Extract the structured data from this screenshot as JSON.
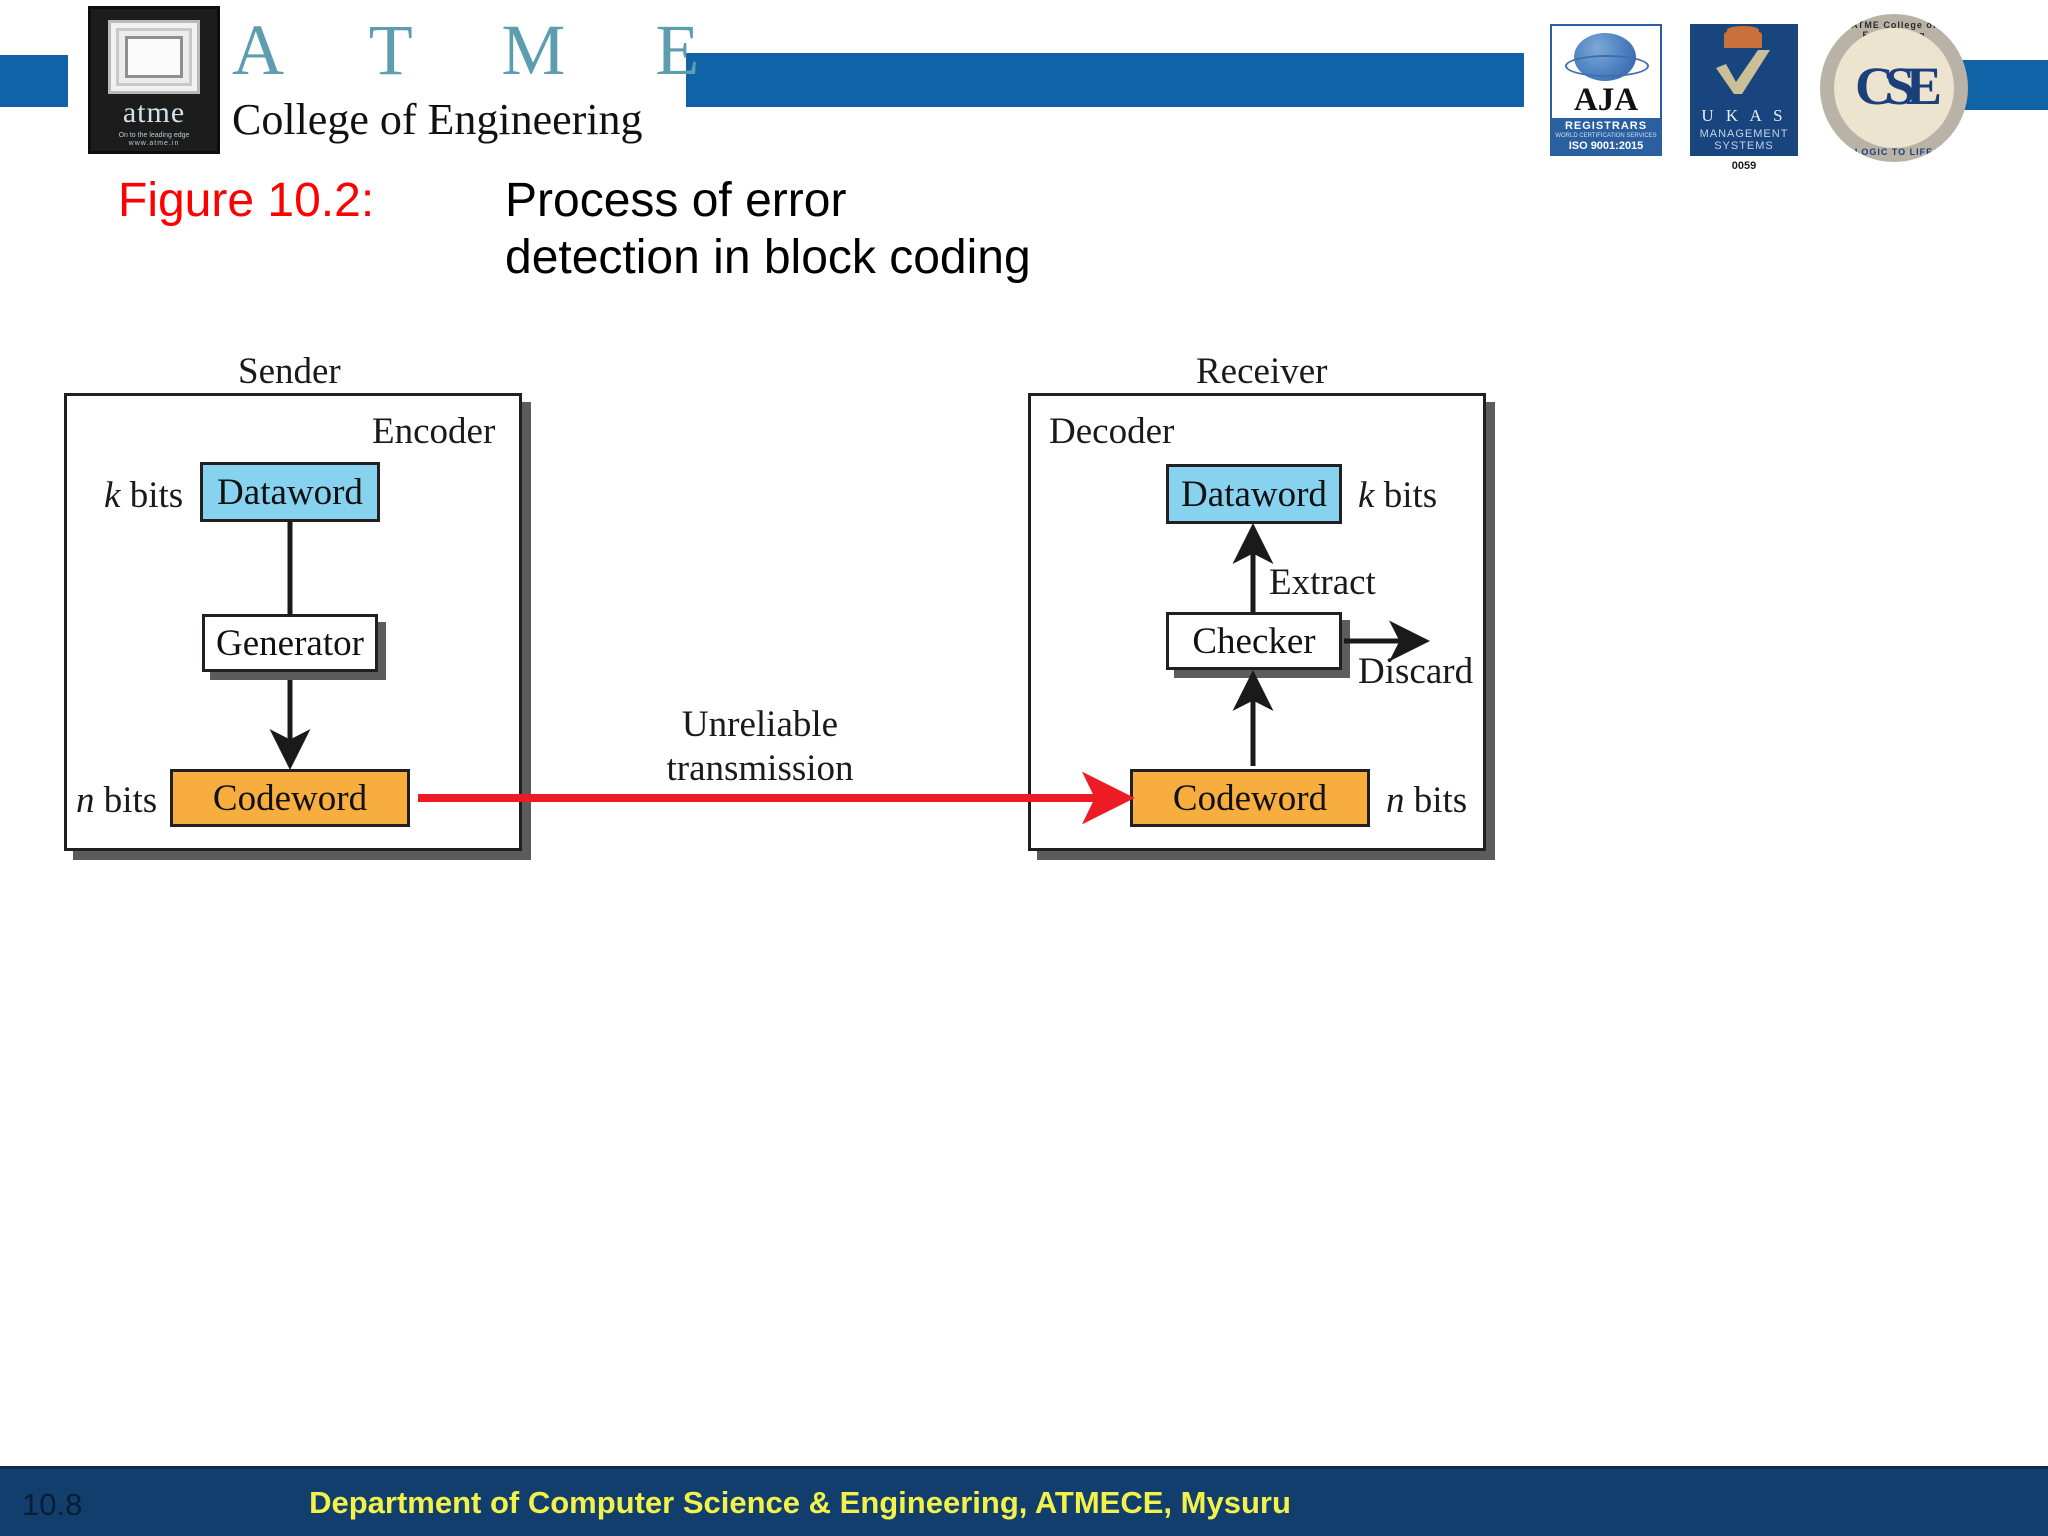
{
  "header": {
    "institution_name": "A T M E",
    "institution_sub": "College of Engineering",
    "logo_word": "atme",
    "logo_tagline": "On to the leading edge",
    "logo_url": "www.atme.in",
    "accent_color": "#1063A6",
    "badges": {
      "aja": {
        "name": "AJA",
        "line1": "REGISTRARS",
        "line2": "WORLD CERTIFICATION SERVICES",
        "iso": "ISO 9001:2015"
      },
      "ukas": {
        "name": "U K A S",
        "line1": "MANAGEMENT",
        "line2": "SYSTEMS",
        "number": "0059"
      },
      "cse": {
        "arc_top": "ATME College of Engineering",
        "letters": "CSE",
        "arc_bottom": "LOGIC TO LIFE"
      }
    }
  },
  "title": {
    "figure_label": "Figure 10.2:",
    "figure_label_color": "#FF0000",
    "figure_title": "Process of error\ndetection in block  coding"
  },
  "diagram": {
    "sender": {
      "title": "Sender",
      "box_title": "Encoder",
      "dataword": {
        "label": "Dataword",
        "bits": "k bits",
        "color": "#87D3EF"
      },
      "generator": {
        "label": "Generator",
        "color": "#FFFFFF"
      },
      "codeword": {
        "label": "Codeword",
        "bits": "n bits",
        "color": "#F7AE3E"
      }
    },
    "receiver": {
      "title": "Receiver",
      "box_title": "Decoder",
      "dataword": {
        "label": "Dataword",
        "bits": "k bits",
        "color": "#87D3EF"
      },
      "checker": {
        "label": "Checker",
        "color": "#FFFFFF"
      },
      "codeword": {
        "label": "Codeword",
        "bits": "n bits",
        "color": "#F7AE3E"
      },
      "extract_label": "Extract",
      "discard_label": "Discard"
    },
    "channel": {
      "label": "Unreliable\ntransmission",
      "arrow_color": "#ED1C24"
    }
  },
  "footer": {
    "page_number": "10.8",
    "text": "Department of Computer Science & Engineering, ATMECE, Mysuru",
    "background": "#123E6E",
    "text_color": "#F2F24A"
  }
}
